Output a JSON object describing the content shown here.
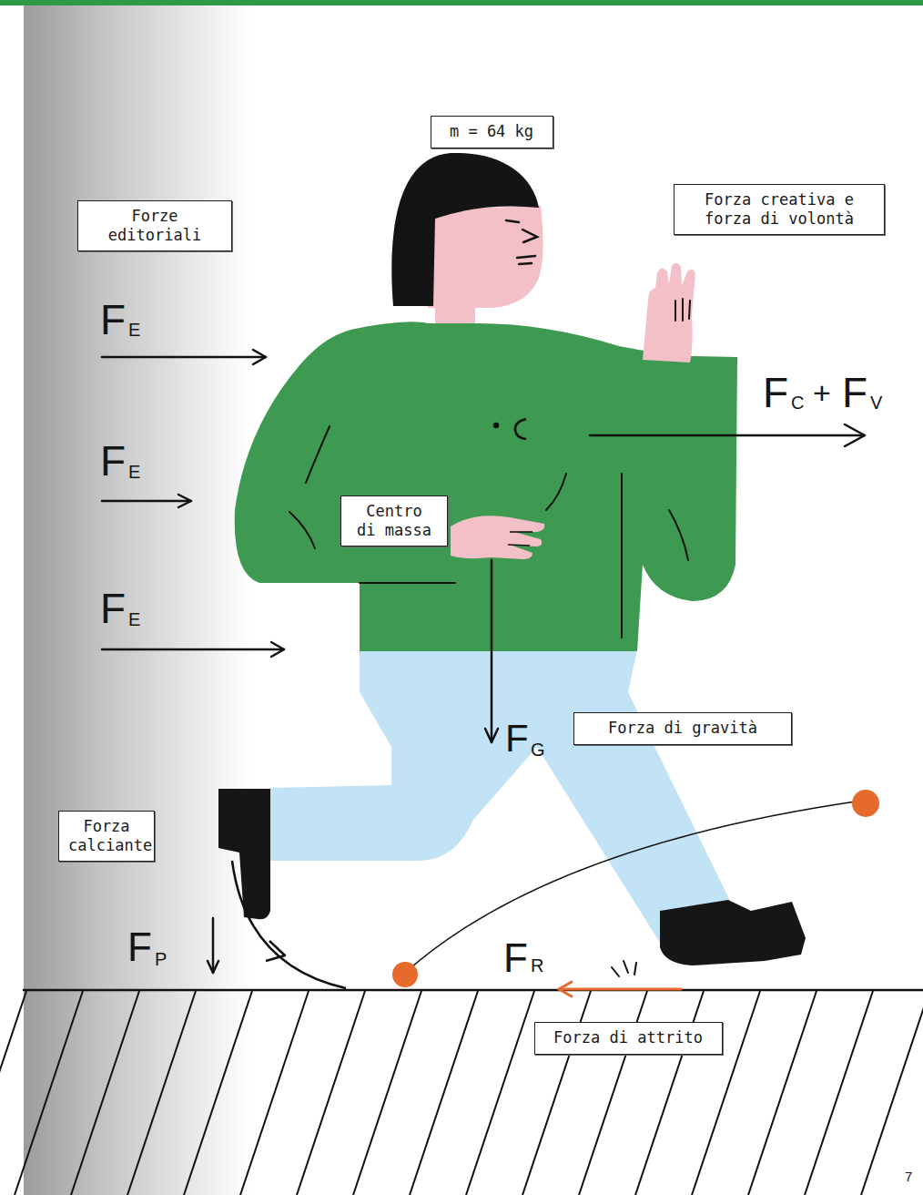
{
  "diagram": {
    "nodes": [
      {
        "text": [
          "m = 64 kg"
        ]
      },
      {
        "text": [
          "Forze editoriali"
        ]
      },
      {
        "text": [
          "Forza creativa e forza di volontà"
        ]
      },
      {
        "text": [
          "Centro di massa"
        ]
      },
      {
        "text": [
          "Forza di gravità"
        ]
      },
      {
        "text": [
          "Forza calciante"
        ]
      },
      {
        "text": [
          "Forza di attrito"
        ]
      }
    ],
    "labels": [
      "F",
      "E",
      "F",
      "E",
      "F",
      "E",
      "F",
      "C",
      "+",
      "F",
      "V",
      "F",
      "G",
      "F",
      "P",
      "F",
      "R",
      "7"
    ]
  }
}
